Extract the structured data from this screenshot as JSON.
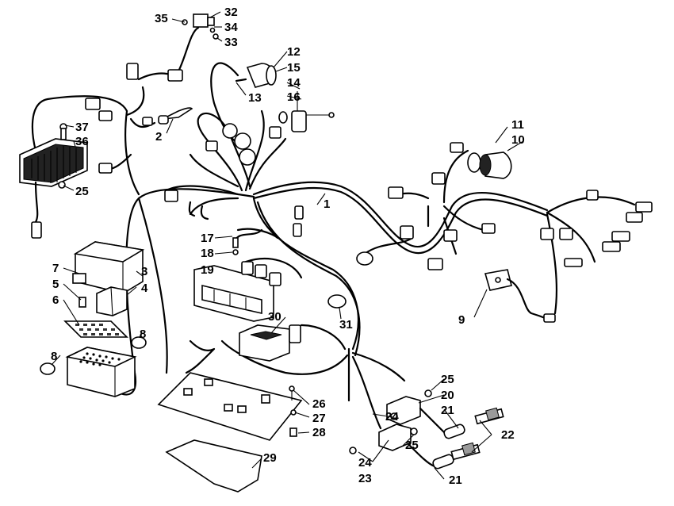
{
  "callouts": {
    "c1": "1",
    "c2": "2",
    "c3": "3",
    "c4": "4",
    "c5": "5",
    "c6": "6",
    "c7": "7",
    "c8a": "8",
    "c8b": "8",
    "c9": "9",
    "c10": "10",
    "c11": "11",
    "c12": "12",
    "c13": "13",
    "c14": "14",
    "c15": "15",
    "c16": "16",
    "c17": "17",
    "c18": "18",
    "c19": "19",
    "c20": "20",
    "c21a": "21",
    "c21b": "21",
    "c22": "22",
    "c23": "23",
    "c24a": "24",
    "c24b": "24",
    "c25a": "25",
    "c25b": "25",
    "c25c": "25",
    "c26": "26",
    "c27": "27",
    "c28": "28",
    "c29": "29",
    "c30": "30",
    "c31": "31",
    "c32": "32",
    "c33": "33",
    "c34": "34",
    "c35": "35",
    "c36": "36",
    "c37": "37"
  }
}
